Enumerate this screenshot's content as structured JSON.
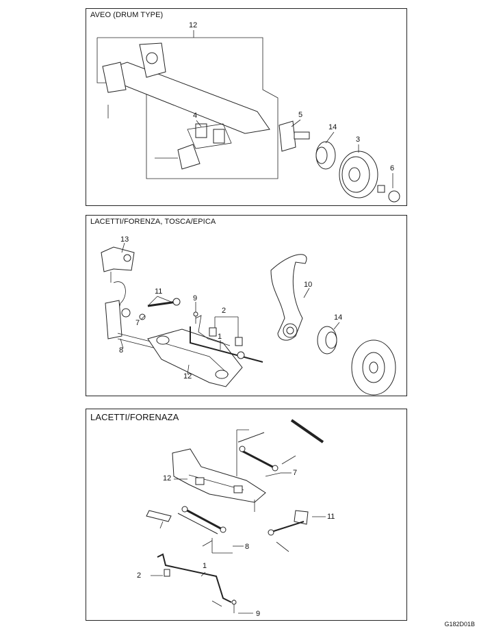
{
  "panels": [
    {
      "title": "AVEO (DRUM TYPE)",
      "callouts": [
        "12",
        "4",
        "5",
        "14",
        "3",
        "6"
      ]
    },
    {
      "title": "LACETTI/FORENZA, TOSCA/EPICA",
      "callouts": [
        "13",
        "11",
        "9",
        "2",
        "10",
        "14",
        "7",
        "1",
        "8",
        "12"
      ]
    },
    {
      "title": "LACETTI/FORENAZA",
      "callouts": [
        "12",
        "7",
        "11",
        "8",
        "1",
        "2",
        "9"
      ]
    }
  ],
  "figure_code": "G182D01B"
}
